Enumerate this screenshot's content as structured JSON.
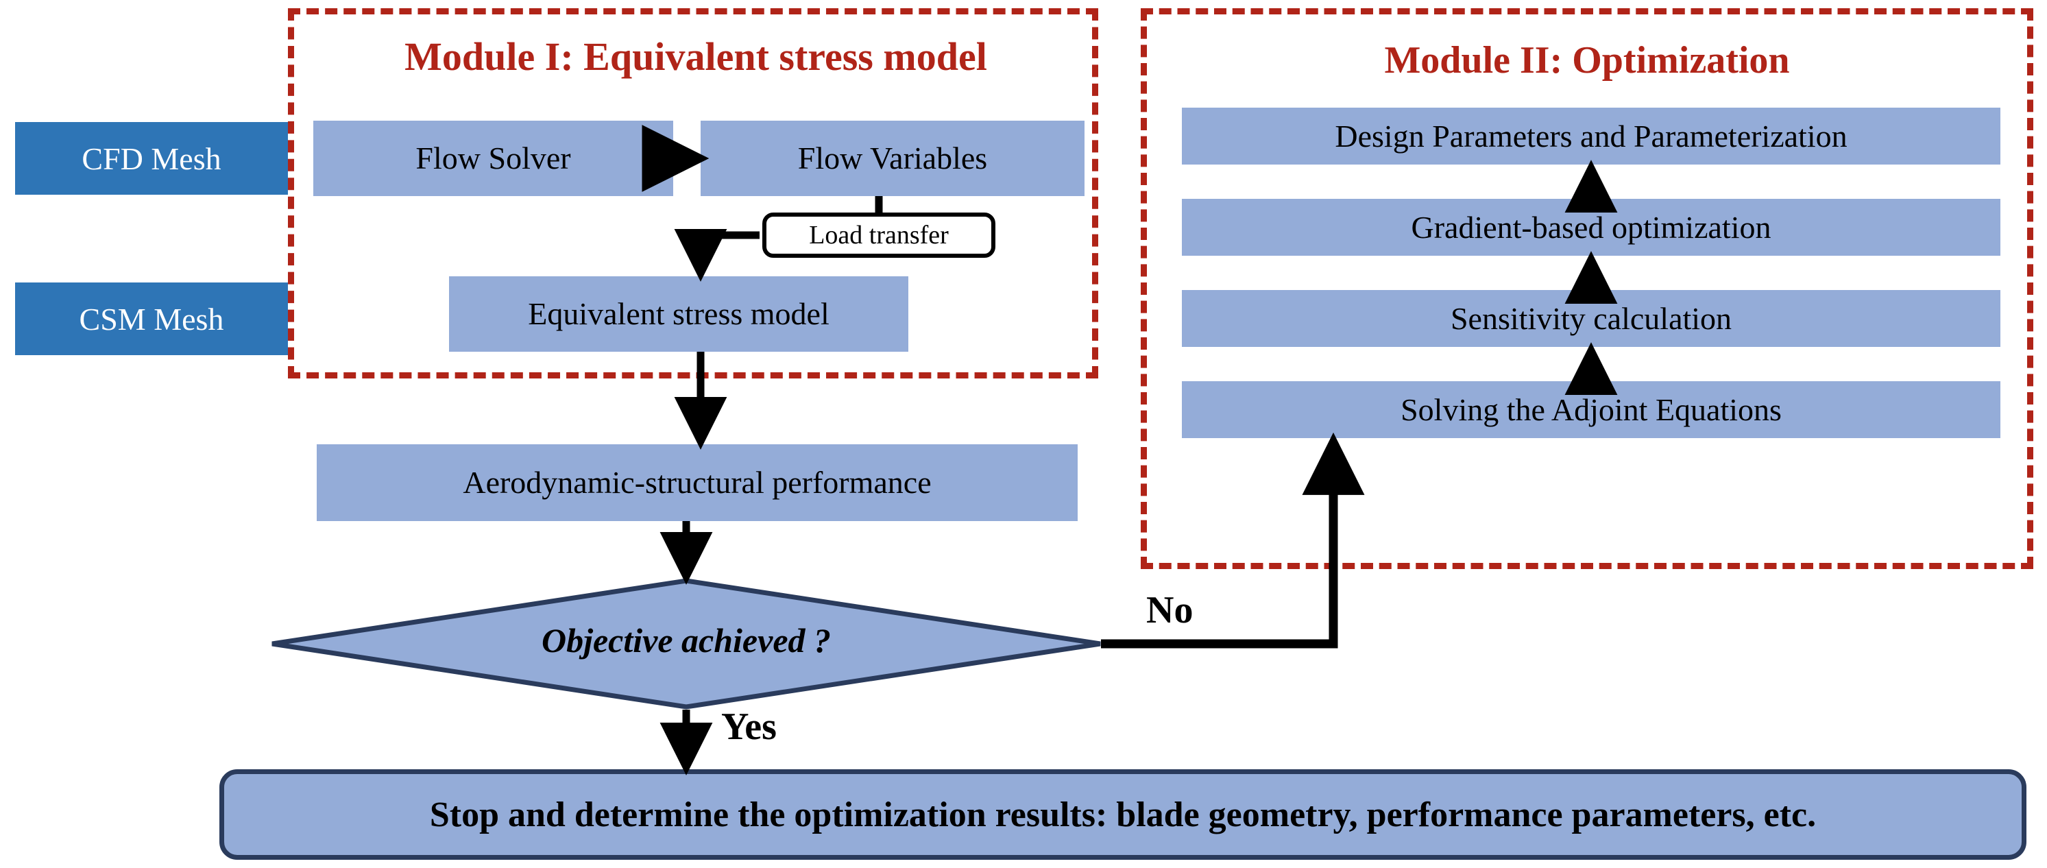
{
  "diagram": {
    "title": "Aerodynamic-structural adjoint optimization framework",
    "colors": {
      "module_frame": "#B02418",
      "module_title": "#B02418",
      "process_fill": "#94ACD8",
      "mesh_fill": "#2E75B6",
      "mesh_text": "#FFFFFF",
      "connector": "#000000",
      "terminal_border": "#2A3B5C",
      "diamond_border": "#2A3B5C",
      "background": "#FFFFFF"
    }
  },
  "modules": {
    "module1": {
      "title": "Module I: Equivalent stress model",
      "boxes": [
        {
          "id": "flow-solver",
          "label": "Flow Solver"
        },
        {
          "id": "flow-variables",
          "label": "Flow Variables"
        },
        {
          "id": "equiv-stress",
          "label": "Equivalent stress model"
        }
      ],
      "annotation": "Load transfer"
    },
    "module2": {
      "title": "Module II: Optimization",
      "boxes": [
        {
          "id": "design-params",
          "label": "Design Parameters and Parameterization"
        },
        {
          "id": "gradient-opt",
          "label": "Gradient-based optimization"
        },
        {
          "id": "sensitivity",
          "label": "Sensitivity calculation"
        },
        {
          "id": "adjoint",
          "label": "Solving the Adjoint Equations"
        }
      ]
    }
  },
  "inputs": {
    "cfd_mesh": "CFD Mesh",
    "csm_mesh": "CSM Mesh"
  },
  "flow": {
    "performance_box": "Aerodynamic-structural performance",
    "decision": "Objective achieved ?",
    "branch_yes": "Yes",
    "branch_no": "No",
    "terminal": "Stop and determine the optimization results: blade geometry, performance parameters, etc."
  }
}
